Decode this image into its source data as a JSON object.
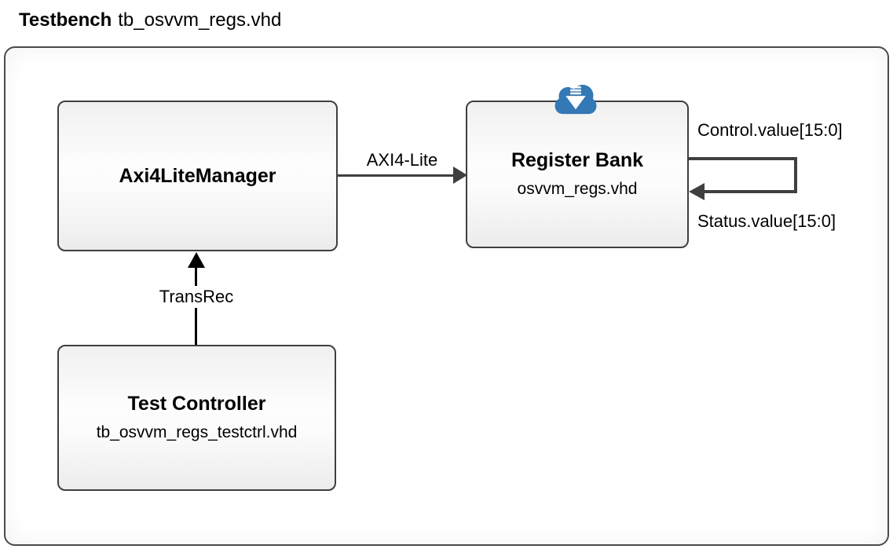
{
  "page": {
    "title": "Testbench",
    "title_file": "tb_osvvm_regs.vhd"
  },
  "diagram": {
    "blocks": {
      "manager": {
        "title": "Axi4LiteManager"
      },
      "register_bank": {
        "title": "Register Bank",
        "file": "osvvm_regs.vhd",
        "icon": "cloud-download-icon"
      },
      "test_controller": {
        "title": "Test Controller",
        "file": "tb_osvvm_regs_testctrl.vhd"
      }
    },
    "connections": {
      "axi": {
        "label": "AXI4-Lite",
        "from": "Axi4LiteManager",
        "to": "Register Bank",
        "direction": "right"
      },
      "transrec": {
        "label": "TransRec",
        "from": "Test Controller",
        "to": "Axi4LiteManager",
        "direction": "up"
      },
      "control": {
        "label": "Control.value[15:0]"
      },
      "status": {
        "label": "Status.value[15:0]"
      }
    },
    "colors": {
      "block_border": "#3f3f3f",
      "outer_border": "#4a4a4a",
      "connector_gray": "#3f3f3f",
      "transrec_black": "#000000",
      "cloud_blue": "#3478b5"
    }
  }
}
